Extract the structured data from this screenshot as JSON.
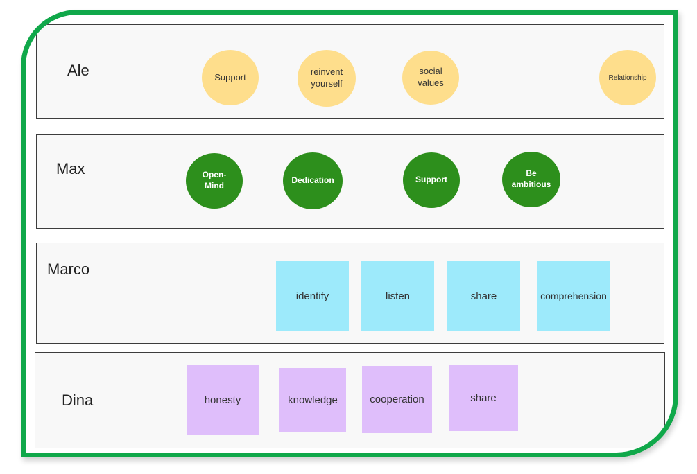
{
  "rows": [
    {
      "name": "Ale",
      "items": [
        "Support",
        "reinvent\nyourself",
        "social\nvalues",
        "Relationship"
      ]
    },
    {
      "name": "Max",
      "items": [
        "Open-\nMind",
        "Dedication",
        "Support",
        "Be\nambitious"
      ]
    },
    {
      "name": "Marco",
      "items": [
        "identify",
        "listen",
        "share",
        "comprehension"
      ]
    },
    {
      "name": "Dina",
      "items": [
        "honesty",
        "knowledge",
        "cooperation",
        "share"
      ]
    }
  ],
  "colors": {
    "frame": "#10a84a",
    "yellow": "#fede8c",
    "green": "#2d8f1c",
    "blue": "#9deafb",
    "purple": "#dfbefb"
  }
}
